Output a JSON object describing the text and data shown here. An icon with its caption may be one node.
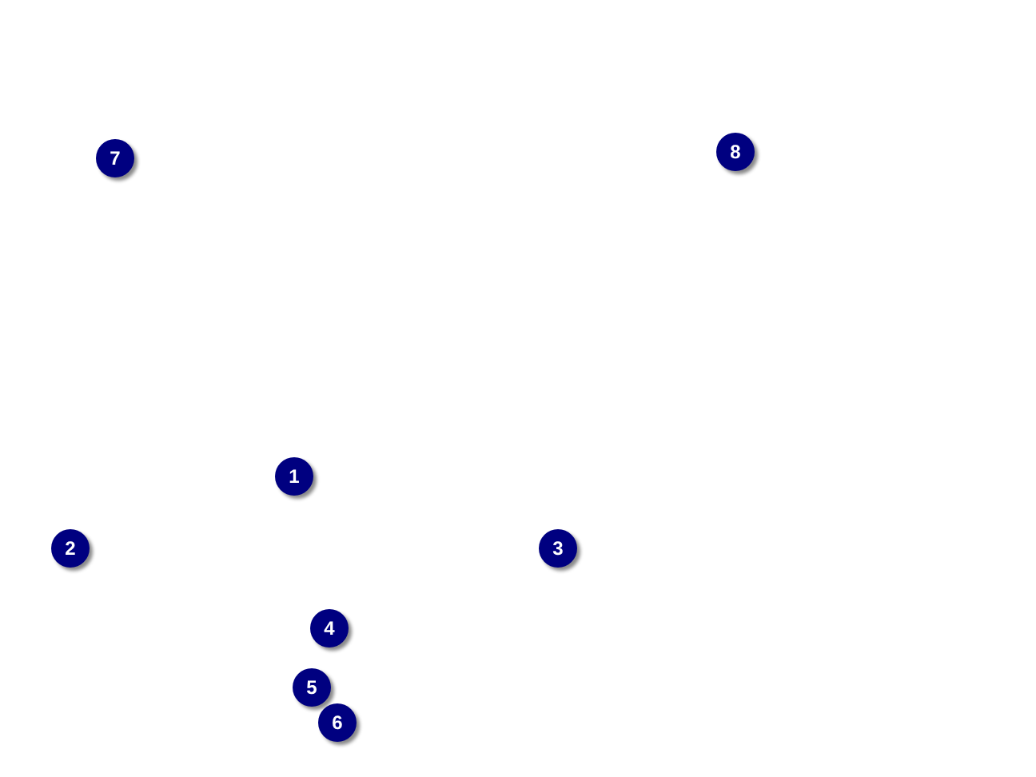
{
  "diagram": {
    "labels": [
      "7",
      "8",
      "1",
      "2",
      "3",
      "4",
      "5",
      "6"
    ]
  }
}
